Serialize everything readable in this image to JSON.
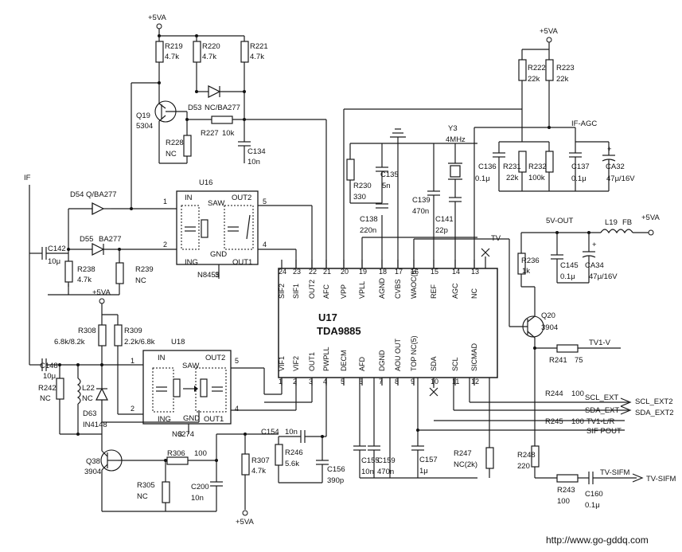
{
  "ic": {
    "ref": "U17",
    "part": "TDA9885"
  },
  "top_pins": [
    {
      "num": "24",
      "name": "SIF2"
    },
    {
      "num": "23",
      "name": "SIF1"
    },
    {
      "num": "22",
      "name": "OUT2"
    },
    {
      "num": "21",
      "name": "AFC"
    },
    {
      "num": "20",
      "name": "VPP"
    },
    {
      "num": "19",
      "name": "VPLL"
    },
    {
      "num": "18",
      "name": "AGND"
    },
    {
      "num": "17",
      "name": "CVBS"
    },
    {
      "num": "16",
      "name": "WAOC(6)"
    },
    {
      "num": "15",
      "name": "REF"
    },
    {
      "num": "14",
      "name": "AGC"
    },
    {
      "num": "13",
      "name": "NC"
    }
  ],
  "bottom_pins": [
    {
      "num": "1",
      "name": "VIF1"
    },
    {
      "num": "2",
      "name": "VIF2"
    },
    {
      "num": "3",
      "name": "OUT1"
    },
    {
      "num": "4",
      "name": "PWPLL"
    },
    {
      "num": "5",
      "name": "DECM"
    },
    {
      "num": "6",
      "name": "AFD"
    },
    {
      "num": "7",
      "name": "DGND"
    },
    {
      "num": "8",
      "name": "AOU OUT"
    },
    {
      "num": "9",
      "name": "TOP NC(5)"
    },
    {
      "num": "10",
      "name": "SDA"
    },
    {
      "num": "11",
      "name": "SCL"
    },
    {
      "num": "12",
      "name": "SICMAD"
    }
  ],
  "saw_filters": {
    "u16": {
      "ref": "U16",
      "type": "SAW",
      "in": "IN",
      "ing": "ING",
      "gnd": "GND",
      "out1": "OUT1",
      "out2": "OUT2",
      "part": "N8455",
      "p1": "1",
      "p2": "2",
      "p3": "3",
      "p4": "4",
      "p5": "5"
    },
    "u18": {
      "ref": "U18",
      "type": "SAW",
      "in": "IN",
      "ing": "ING",
      "gnd": "GND",
      "out1": "OUT1",
      "out2": "OUT2",
      "part": "N6274",
      "p1": "1",
      "p2": "2",
      "p3": "3",
      "p4": "4",
      "p5": "5"
    }
  },
  "components": {
    "r219": {
      "ref": "R219",
      "val": "4.7k"
    },
    "r220": {
      "ref": "R220",
      "val": "4.7k"
    },
    "r221": {
      "ref": "R221",
      "val": "4.7k"
    },
    "d53": {
      "ref": "D53",
      "val": "NC/BA277"
    },
    "q19": {
      "ref": "Q19",
      "val": "5304"
    },
    "r227": {
      "ref": "R227",
      "val": "10k"
    },
    "r228": {
      "ref": "R228",
      "val": "NC"
    },
    "c134": {
      "ref": "C134",
      "val": "10n"
    },
    "d54": {
      "ref": "D54",
      "val": "Q/BA277"
    },
    "d55": {
      "ref": "D55",
      "val": "BA277"
    },
    "c142": {
      "ref": "C142",
      "val": "10μ"
    },
    "r238": {
      "ref": "R238",
      "val": "4.7k"
    },
    "r239": {
      "ref": "R239",
      "val": "NC"
    },
    "r308": {
      "ref": "R308",
      "val": "6.8k/8.2k"
    },
    "r309": {
      "ref": "R309",
      "val": "2.2k/6.8k"
    },
    "c148": {
      "ref": "C148",
      "val": "10μ"
    },
    "r242": {
      "ref": "R242",
      "val": "NC"
    },
    "l22": {
      "ref": "L22",
      "val": "NC"
    },
    "d63": {
      "ref": "D63",
      "val": "IN4148"
    },
    "q38": {
      "ref": "Q38",
      "val": "3904"
    },
    "r306": {
      "ref": "R306",
      "val": "100"
    },
    "r305": {
      "ref": "R305",
      "val": "NC"
    },
    "c200": {
      "ref": "C200",
      "val": "10n"
    },
    "r307": {
      "ref": "R307",
      "val": "4.7k"
    },
    "c154": {
      "ref": "C154",
      "val": "10n"
    },
    "r246": {
      "ref": "R246",
      "val": "5.6k"
    },
    "c156": {
      "ref": "C156",
      "val": "390p"
    },
    "c155": {
      "ref": "C155",
      "val": "10n"
    },
    "c159": {
      "ref": "C159",
      "val": "470n"
    },
    "c157": {
      "ref": "C157",
      "val": "1μ"
    },
    "r247": {
      "ref": "R247",
      "val": "NC(2k)"
    },
    "r248": {
      "ref": "R248",
      "val": "220"
    },
    "r243": {
      "ref": "R243",
      "val": "100"
    },
    "c160": {
      "ref": "C160",
      "val": "0.1μ"
    },
    "r230": {
      "ref": "R230",
      "val": "330"
    },
    "c135": {
      "ref": "C135",
      "val": "5n"
    },
    "c138": {
      "ref": "C138",
      "val": "220n"
    },
    "c139": {
      "ref": "C139",
      "val": "470n"
    },
    "y3": {
      "ref": "Y3",
      "val": "4MHz"
    },
    "c141": {
      "ref": "C141",
      "val": "22p"
    },
    "r222": {
      "ref": "R222",
      "val": "22k"
    },
    "r223": {
      "ref": "R223",
      "val": "22k"
    },
    "c136": {
      "ref": "C136",
      "val": "0.1μ"
    },
    "r231": {
      "ref": "R231",
      "val": "22k"
    },
    "r232": {
      "ref": "R232",
      "val": "100k"
    },
    "c137": {
      "ref": "C137",
      "val": "0.1μ"
    },
    "ca32": {
      "ref": "CA32",
      "val": "47μ/16V"
    },
    "l19": {
      "ref": "L19",
      "val": "FB"
    },
    "c145": {
      "ref": "C145",
      "val": "0.1μ"
    },
    "ca34": {
      "ref": "CA34",
      "val": "47μ/16V"
    },
    "r236": {
      "ref": "R236",
      "val": "1k"
    },
    "q20": {
      "ref": "Q20",
      "val": "3904"
    },
    "r241": {
      "ref": "R241",
      "val": "75"
    },
    "r244": {
      "ref": "R244",
      "val": "100"
    },
    "r245": {
      "ref": "R245",
      "val": "100"
    }
  },
  "nets": {
    "vcc": "+5VA",
    "v5out": "5V-OUT",
    "if_agc": "IF-AGC",
    "if_in": "IF",
    "tv_tag": "TV",
    "tv1_v": "TV1-V",
    "scl_ext": "SCL_EXT",
    "sda_ext": "SDA_EXT",
    "scl_ext2": "SCL_EXT2",
    "sda_ext2": "SDA_EXT2",
    "tv1_lr": "TV1-L/R",
    "sif_pout": "SIF POUT",
    "tv_sifm": "TV-SIFM"
  },
  "watermark": "http://www.go-gddq.com"
}
